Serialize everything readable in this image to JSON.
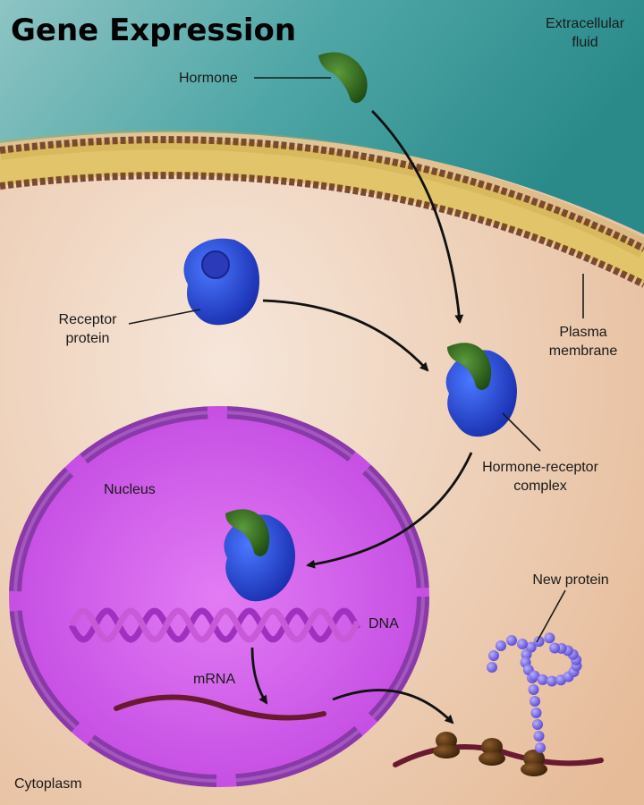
{
  "title": "Gene Expression",
  "labels": {
    "extracellular_line1": "Extracellular",
    "extracellular_line2": "fluid",
    "hormone": "Hormone",
    "receptor_line1": "Receptor",
    "receptor_line2": "protein",
    "plasma_line1": "Plasma",
    "plasma_line2": "membrane",
    "complex_line1": "Hormone-receptor",
    "complex_line2": "complex",
    "nucleus": "Nucleus",
    "dna": "DNA",
    "mrna": "mRNA",
    "new_protein": "New protein",
    "cytoplasm": "Cytoplasm"
  },
  "colors": {
    "extracellular": "#3a9898",
    "cytoplasm": "#e9c7a8",
    "membrane_lipid": "#d9b85a",
    "membrane_head": "#7a4a30",
    "nucleus_fill": "#cc5ce8",
    "nucleus_envelope": "#8a3aa8",
    "hormone": "#2f6a1f",
    "receptor": "#2244cc",
    "dna": "#c040d0",
    "mrna": "#6a1a30",
    "ribosome": "#5a3312",
    "protein_beads": "#7a6ae0"
  }
}
